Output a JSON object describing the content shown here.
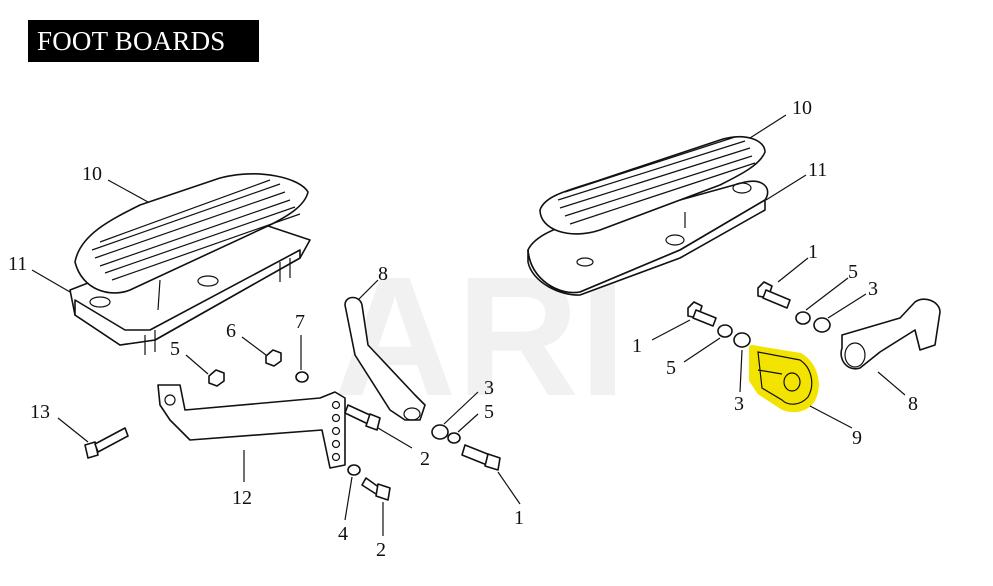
{
  "title": "FOOT BOARDS",
  "watermark": "ARI",
  "colors": {
    "highlight": "#f2e400",
    "ink": "#111111",
    "title_bg": "#000000",
    "title_fg": "#ffffff",
    "watermark": "#e8e8e8"
  },
  "callouts": [
    {
      "id": "c10l",
      "label": "10"
    },
    {
      "id": "c11l",
      "label": "11"
    },
    {
      "id": "c5l",
      "label": "5"
    },
    {
      "id": "c6",
      "label": "6"
    },
    {
      "id": "c7",
      "label": "7"
    },
    {
      "id": "c8l",
      "label": "8"
    },
    {
      "id": "c3l",
      "label": "3"
    },
    {
      "id": "c5m",
      "label": "5"
    },
    {
      "id": "c13",
      "label": "13"
    },
    {
      "id": "c2a",
      "label": "2"
    },
    {
      "id": "c12",
      "label": "12"
    },
    {
      "id": "c4",
      "label": "4"
    },
    {
      "id": "c2b",
      "label": "2"
    },
    {
      "id": "c1l",
      "label": "1"
    },
    {
      "id": "c10r",
      "label": "10"
    },
    {
      "id": "c11r",
      "label": "11"
    },
    {
      "id": "c1r",
      "label": "1"
    },
    {
      "id": "c5r",
      "label": "5"
    },
    {
      "id": "c3r",
      "label": "3"
    },
    {
      "id": "c1m",
      "label": "1"
    },
    {
      "id": "c5n",
      "label": "5"
    },
    {
      "id": "c3m",
      "label": "3"
    },
    {
      "id": "c8r",
      "label": "8"
    },
    {
      "id": "c9",
      "label": "9"
    }
  ]
}
